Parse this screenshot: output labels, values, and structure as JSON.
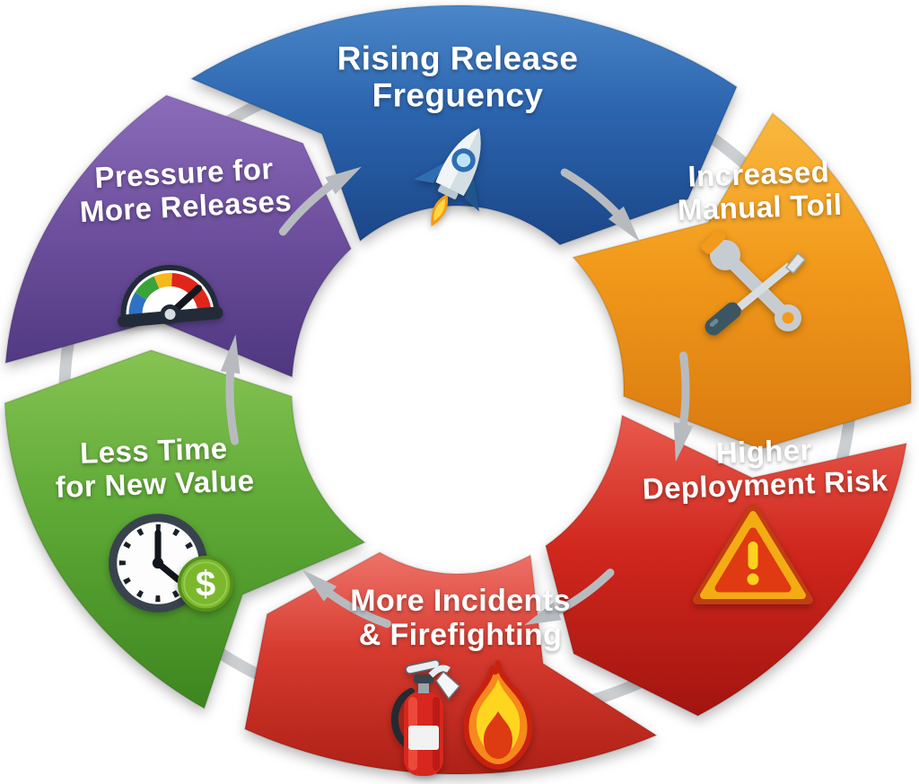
{
  "diagram": {
    "background_color": "#ffffff",
    "ring_outline_color": "#c6cacd",
    "arrow_color": "#b7bbbf",
    "segments": [
      {
        "id": "rising-release-frequency",
        "label_line1": "Rising Release",
        "label_line2": "Freguency",
        "color_light": "#4a86c8",
        "color": "#2b64ae",
        "color_dark": "#1b4687",
        "icon": "rocket-icon"
      },
      {
        "id": "increased-manual-toil",
        "label_line1": "Increased",
        "label_line2": "Manual Toil",
        "color_light": "#f9b83e",
        "color": "#f29a1b",
        "color_dark": "#d97a10",
        "icon": "tools-icon"
      },
      {
        "id": "higher-deployment-risk",
        "label_line1": "Higher",
        "label_line2": "Deployment Risk",
        "color_light": "#e85a4d",
        "color": "#d0271d",
        "color_dark": "#a31410",
        "icon": "warning-icon"
      },
      {
        "id": "more-incidents-firefighting",
        "label_line1": "More Incidents",
        "label_line2": "& Firefighting",
        "color_light": "#ee7268",
        "color": "#d63a2f",
        "color_dark": "#ae2016",
        "icon": "fire-icon"
      },
      {
        "id": "less-time-for-new-value",
        "label_line1": "Less Time",
        "label_line2": "for New Value",
        "color_light": "#86c353",
        "color": "#5ea936",
        "color_dark": "#3d861f",
        "icon": "clock-dollar-icon"
      },
      {
        "id": "pressure-for-more-releases",
        "label_line1": "Pressure for",
        "label_line2": "More Releases",
        "color_light": "#8b6cba",
        "color": "#6f519f",
        "color_dark": "#4f3780",
        "icon": "gauge-icon"
      }
    ],
    "icons": {
      "dollar_symbol": "$"
    }
  }
}
